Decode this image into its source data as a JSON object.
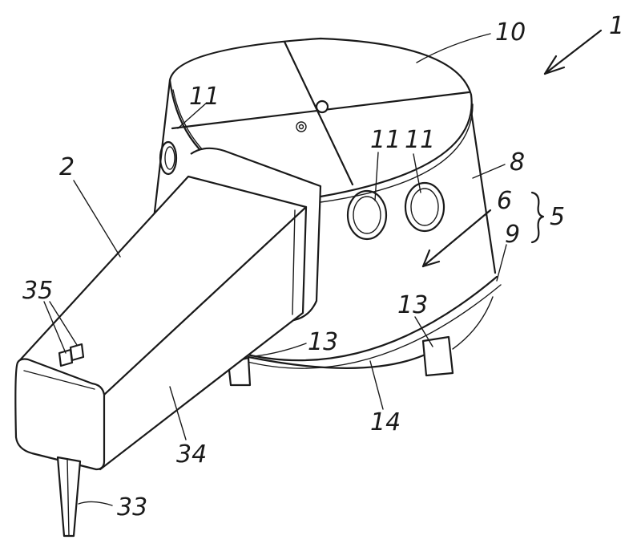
{
  "labels": {
    "l1": "1",
    "l2": "2",
    "l5": "5",
    "l6": "6",
    "l8": "8",
    "l9": "9",
    "l10": "10",
    "l11a": "11",
    "l11b": "11",
    "l11c": "11",
    "l13a": "13",
    "l13b": "13",
    "l14": "14",
    "l33": "33",
    "l34": "34",
    "l35": "35"
  }
}
